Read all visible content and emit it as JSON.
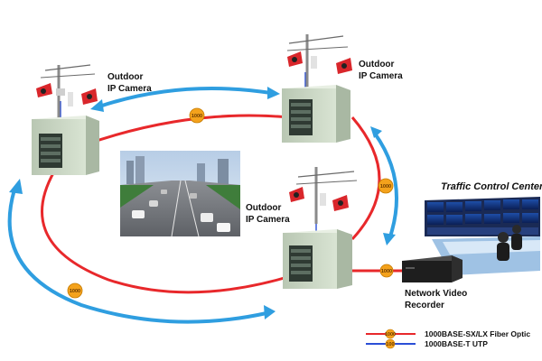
{
  "sites": [
    {
      "label_line1": "Outdoor",
      "label_line2": "IP Camera"
    },
    {
      "label_line1": "Outdoor",
      "label_line2": "IP Camera"
    },
    {
      "label_line1": "Outdoor",
      "label_line2": "IP Camera"
    }
  ],
  "ring_badges": [
    "1000",
    "1000",
    "1000"
  ],
  "uplink_badge": "1000",
  "control_center": {
    "title": "Traffic Control Center"
  },
  "nvr": {
    "label_line1": "Network Video",
    "label_line2": "Recorder"
  },
  "legend": [
    {
      "badge": "1000",
      "text": "1000BASE-SX/LX Fiber Optic",
      "color": "#e8282b"
    },
    {
      "badge": "100",
      "text": "1000BASE-T UTP",
      "color": "#2b4fd6"
    }
  ],
  "colors": {
    "fiber": "#e8282b",
    "utp": "#2b4fd6",
    "flow_arrow": "#2f9ee0",
    "badge": "#f4a21c"
  }
}
